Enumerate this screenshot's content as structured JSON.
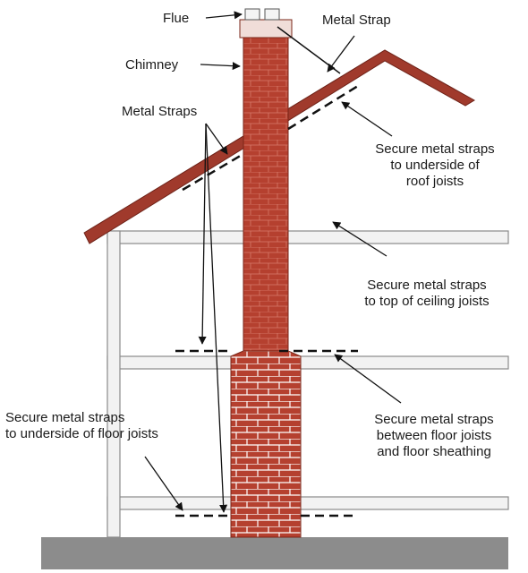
{
  "labels": {
    "flue": "Flue",
    "metal_strap": "Metal Strap",
    "chimney": "Chimney",
    "metal_straps": "Metal Straps",
    "roof_note": [
      "Secure metal straps",
      "to underside of",
      "roof joists"
    ],
    "ceiling_note": [
      "Secure metal straps",
      "to top of ceiling joists"
    ],
    "floor_note_left": [
      "Secure metal straps",
      "to underside of floor joists"
    ],
    "floor_note_right": [
      "Secure metal straps",
      "between floor joists",
      "and floor sheathing"
    ]
  },
  "colors": {
    "brick": "#b5402f",
    "brick_mortar": "#ffffff",
    "roof": "#a03a2c",
    "framing_fill": "#f2f2f2",
    "framing_edge": "#8a8a8a",
    "ground": "#8c8c8c",
    "strap": "#111111",
    "arrow": "#111111"
  }
}
